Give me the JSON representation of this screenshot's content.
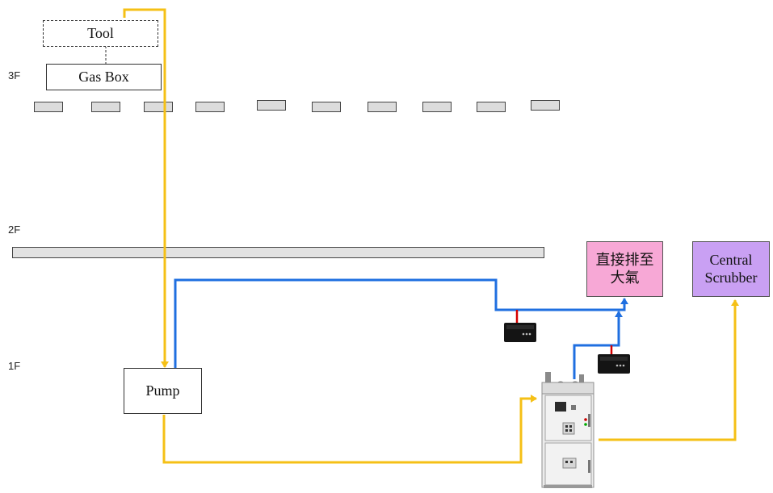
{
  "floors": {
    "f3": "3F",
    "f2": "2F",
    "f1": "1F"
  },
  "boxes": {
    "tool": "Tool",
    "gas_box": "Gas Box",
    "pump": "Pump",
    "vent_line1": "直接排至",
    "vent_line2": "大氣",
    "scrubber_line1": "Central",
    "scrubber_line2": "Scrubber"
  },
  "colors": {
    "process_line": "#f5c016",
    "exhaust_line": "#1f6fe0",
    "vent_box": "#f7a8d6",
    "scrubber_box": "#c9a0f3",
    "sensor_tap": "#d40000"
  }
}
